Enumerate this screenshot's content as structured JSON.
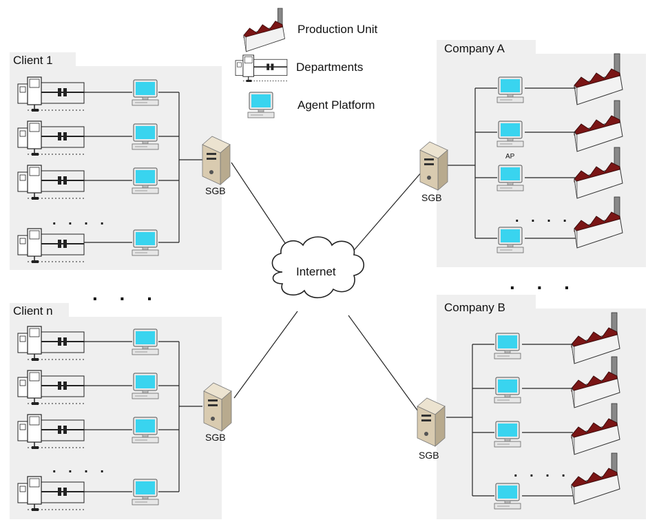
{
  "legend": {
    "production_unit": "Production Unit",
    "departments": "Departments",
    "agent_platform": "Agent Platform"
  },
  "clients": [
    {
      "title": "Client 1",
      "gateway": "SGB",
      "ellipsis": ". . . ."
    },
    {
      "title": "Client n",
      "gateway": "SGB",
      "ellipsis": ". . . ."
    }
  ],
  "companies": [
    {
      "title": "Company A",
      "gateway": "SGB",
      "ellipsis": ". . . .",
      "ap_label": "AP"
    },
    {
      "title": "Company B",
      "gateway": "SGB",
      "ellipsis": ". . . ."
    }
  ],
  "internet": "Internet",
  "between_clients": ". . .",
  "between_companies": ". . .",
  "colors": {
    "panel": "#efefef",
    "factory": "#7a1515",
    "monitor_screen": "#39d4ef",
    "server": "#d9cbb0"
  }
}
